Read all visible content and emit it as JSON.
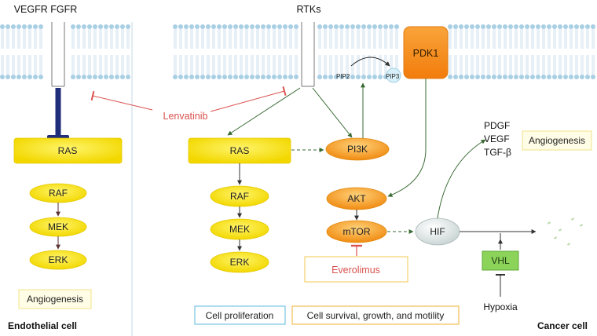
{
  "labels": {
    "receptors_left": "VEGFR FGFR",
    "receptors_right": "RTKs",
    "pip2": "PIP2",
    "pip3": "PIP3",
    "pdk1": "PDK1",
    "lenvatinib": "Lenvatinib",
    "everolimus": "Everolimus",
    "growth_factors": [
      "PDGF",
      "VEGF",
      "TGF-β"
    ],
    "angiogenesis_right": "Angiogenesis",
    "angiogenesis_left": "Angiogenesis",
    "endothelial_cell": "Endothelial cell",
    "cancer_cell": "Cancer cell",
    "cell_proliferation": "Cell proliferation",
    "cell_survival": "Cell survival, growth, and motility",
    "hypoxia": "Hypoxia"
  },
  "nodes": {
    "ras_left": "RAS",
    "raf_left": "RAF",
    "mek_left": "MEK",
    "erk_left": "ERK",
    "ras_right": "RAS",
    "raf_right": "RAF",
    "mek_right": "MEK",
    "erk_right": "ERK",
    "pi3k": "PI3K",
    "akt": "AKT",
    "mtor": "mTOR",
    "hif": "HIF",
    "vhl": "VHL"
  },
  "colors": {
    "membrane_head": "#a9cfe4",
    "membrane_tail": "#c3dbe8",
    "yellow": "#f5e60d",
    "orange": "#f5961e",
    "inhibitor_red": "#d9534f",
    "arrow_green": "#3a6b35",
    "receptor_blue": "#1f2d7a",
    "vhl_green": "#7fc94f",
    "hif_grey": "#dfe6e6",
    "prolif_border": "#5bb8dc",
    "survival_border": "#f2b233"
  }
}
